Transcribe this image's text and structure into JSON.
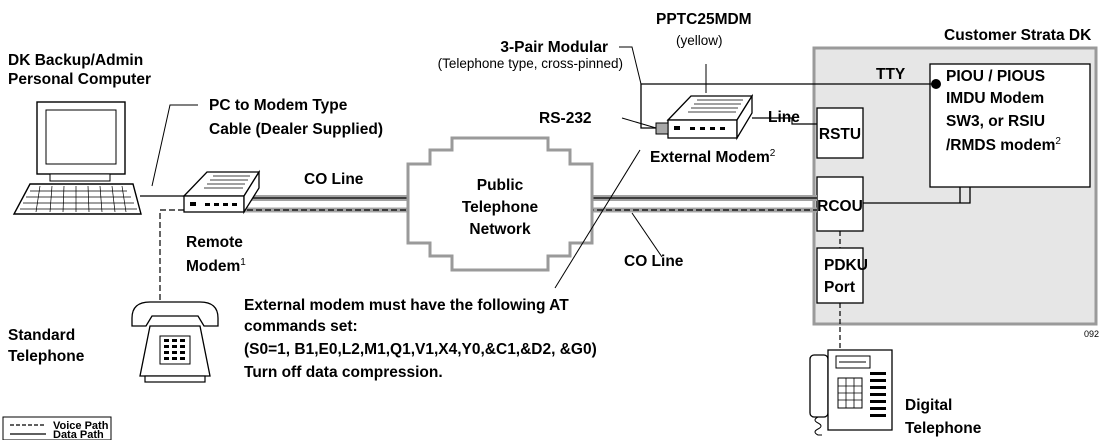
{
  "computer": {
    "title_line1": "DK Backup/Admin",
    "title_line2": "Personal Computer"
  },
  "pc_cable": {
    "line1": "PC to Modem Type",
    "line2": "Cable (Dealer Supplied)"
  },
  "modular": {
    "title": "3-Pair Modular",
    "subtitle": "(Telephone type, cross-pinned)"
  },
  "adapter": {
    "part": "PPTC25MDM",
    "color": "(yellow)"
  },
  "strata": {
    "title": "Customer Strata DK",
    "tty": "TTY",
    "piou_lines": [
      "PIOU / PIOUS",
      "IMDU Modem",
      "SW3, or RSIU"
    ],
    "piou_last": "/RMDS modem",
    "piou_sup": "2",
    "rstu": "RSTU",
    "rcou": "RCOU",
    "pdku_line1": "PDKU",
    "pdku_line2": "Port"
  },
  "rs232": "RS-232",
  "line_label": "Line",
  "external_modem": {
    "label": "External Modem",
    "sup": "2"
  },
  "co_line_top": "CO Line",
  "co_line_bottom": "CO Line",
  "network": {
    "line1": "Public",
    "line2": "Telephone",
    "line3": "Network"
  },
  "remote_modem": {
    "line1": "Remote",
    "line2": "Modem",
    "sup": "1"
  },
  "standard_phone": {
    "line1": "Standard",
    "line2": "Telephone"
  },
  "digital_phone": {
    "line1": "Digital",
    "line2": "Telephone"
  },
  "note": {
    "line1": "External modem must have the following AT",
    "line2": "commands set:",
    "line3": "(S0=1, B1,E0,L2,M1,Q1,V1,X4,Y0,&C1,&D2, &G0)",
    "line4": "Turn off data compression."
  },
  "legend": {
    "voice": "Voice Path",
    "data": "Data Path"
  },
  "figure_number": "092",
  "colors": {
    "strata_fill": "#e6e6e6",
    "adapter_fill": "#a8a8a8",
    "co_gray": "#a3a3a3",
    "ink": "#000000"
  }
}
